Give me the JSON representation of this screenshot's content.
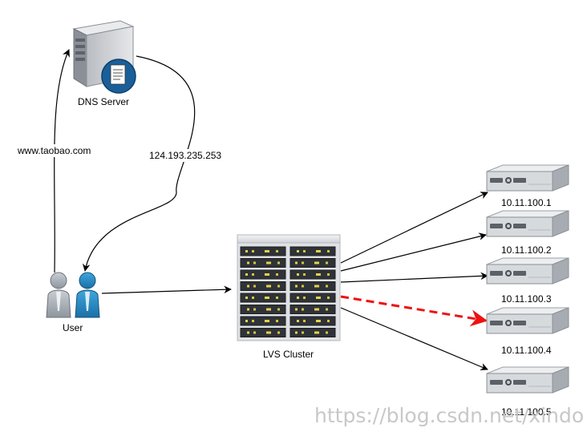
{
  "dns": {
    "label": "DNS Server"
  },
  "user": {
    "label": "User"
  },
  "lvs": {
    "label": "LVS Cluster"
  },
  "edges": {
    "query_label": "www.taobao.com",
    "reply_label": "124.193.235.253"
  },
  "servers": [
    {
      "label": "10.11.100.1"
    },
    {
      "label": "10.11.100.2"
    },
    {
      "label": "10.11.100.3"
    },
    {
      "label": "10.11.100.4",
      "highlighted": true
    },
    {
      "label": "10.11.100.5"
    }
  ],
  "watermark": "https://blog.csdn.net/xindoo",
  "colors": {
    "edge": "#000000",
    "highlight_edge": "#ee1111",
    "user_blue": "#1f7fb8"
  }
}
